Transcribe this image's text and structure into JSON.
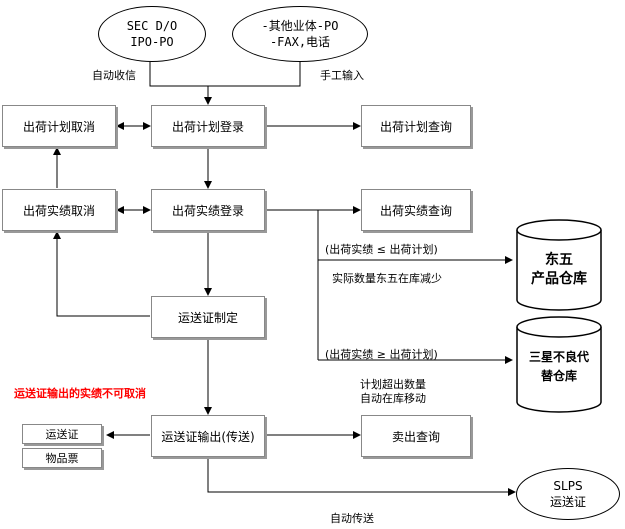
{
  "sources": {
    "sec": [
      "SEC D/O",
      "IPO-PO"
    ],
    "other": [
      "-其他业体-PO",
      "-FAX,电话"
    ]
  },
  "labels": {
    "auto_receive": "自动收信",
    "manual_input": "手工输入",
    "cond_less": "(出荷实绩 ≤ 出荷计划)",
    "cond_less_note": "实际数量东五在库减少",
    "cond_more": "(出荷实绩 ≥ 出荷计划)",
    "cond_more_note1": "计划超出数量",
    "cond_more_note2": "自动在库移动",
    "auto_send": "自动传送",
    "warning": "运送证输出的实绩不可取消"
  },
  "boxes": {
    "plan_cancel": "出荷计划取消",
    "plan_register": "出荷计划登录",
    "plan_query": "出荷计划查询",
    "actual_cancel": "出荷实绩取消",
    "actual_register": "出荷实绩登录",
    "actual_query": "出荷实绩查询",
    "transport_make": "运送证制定",
    "transport_output": "运送证输出(传送)",
    "sales_query": "卖出查询"
  },
  "documents": {
    "transport_cert": "运送证",
    "goods_ticket": "物品票"
  },
  "warehouses": {
    "dongwu": [
      "东五",
      "产品仓库"
    ],
    "samsung": [
      "三星不良代",
      "替仓库"
    ]
  },
  "slps": [
    "SLPS",
    "运送证"
  ]
}
